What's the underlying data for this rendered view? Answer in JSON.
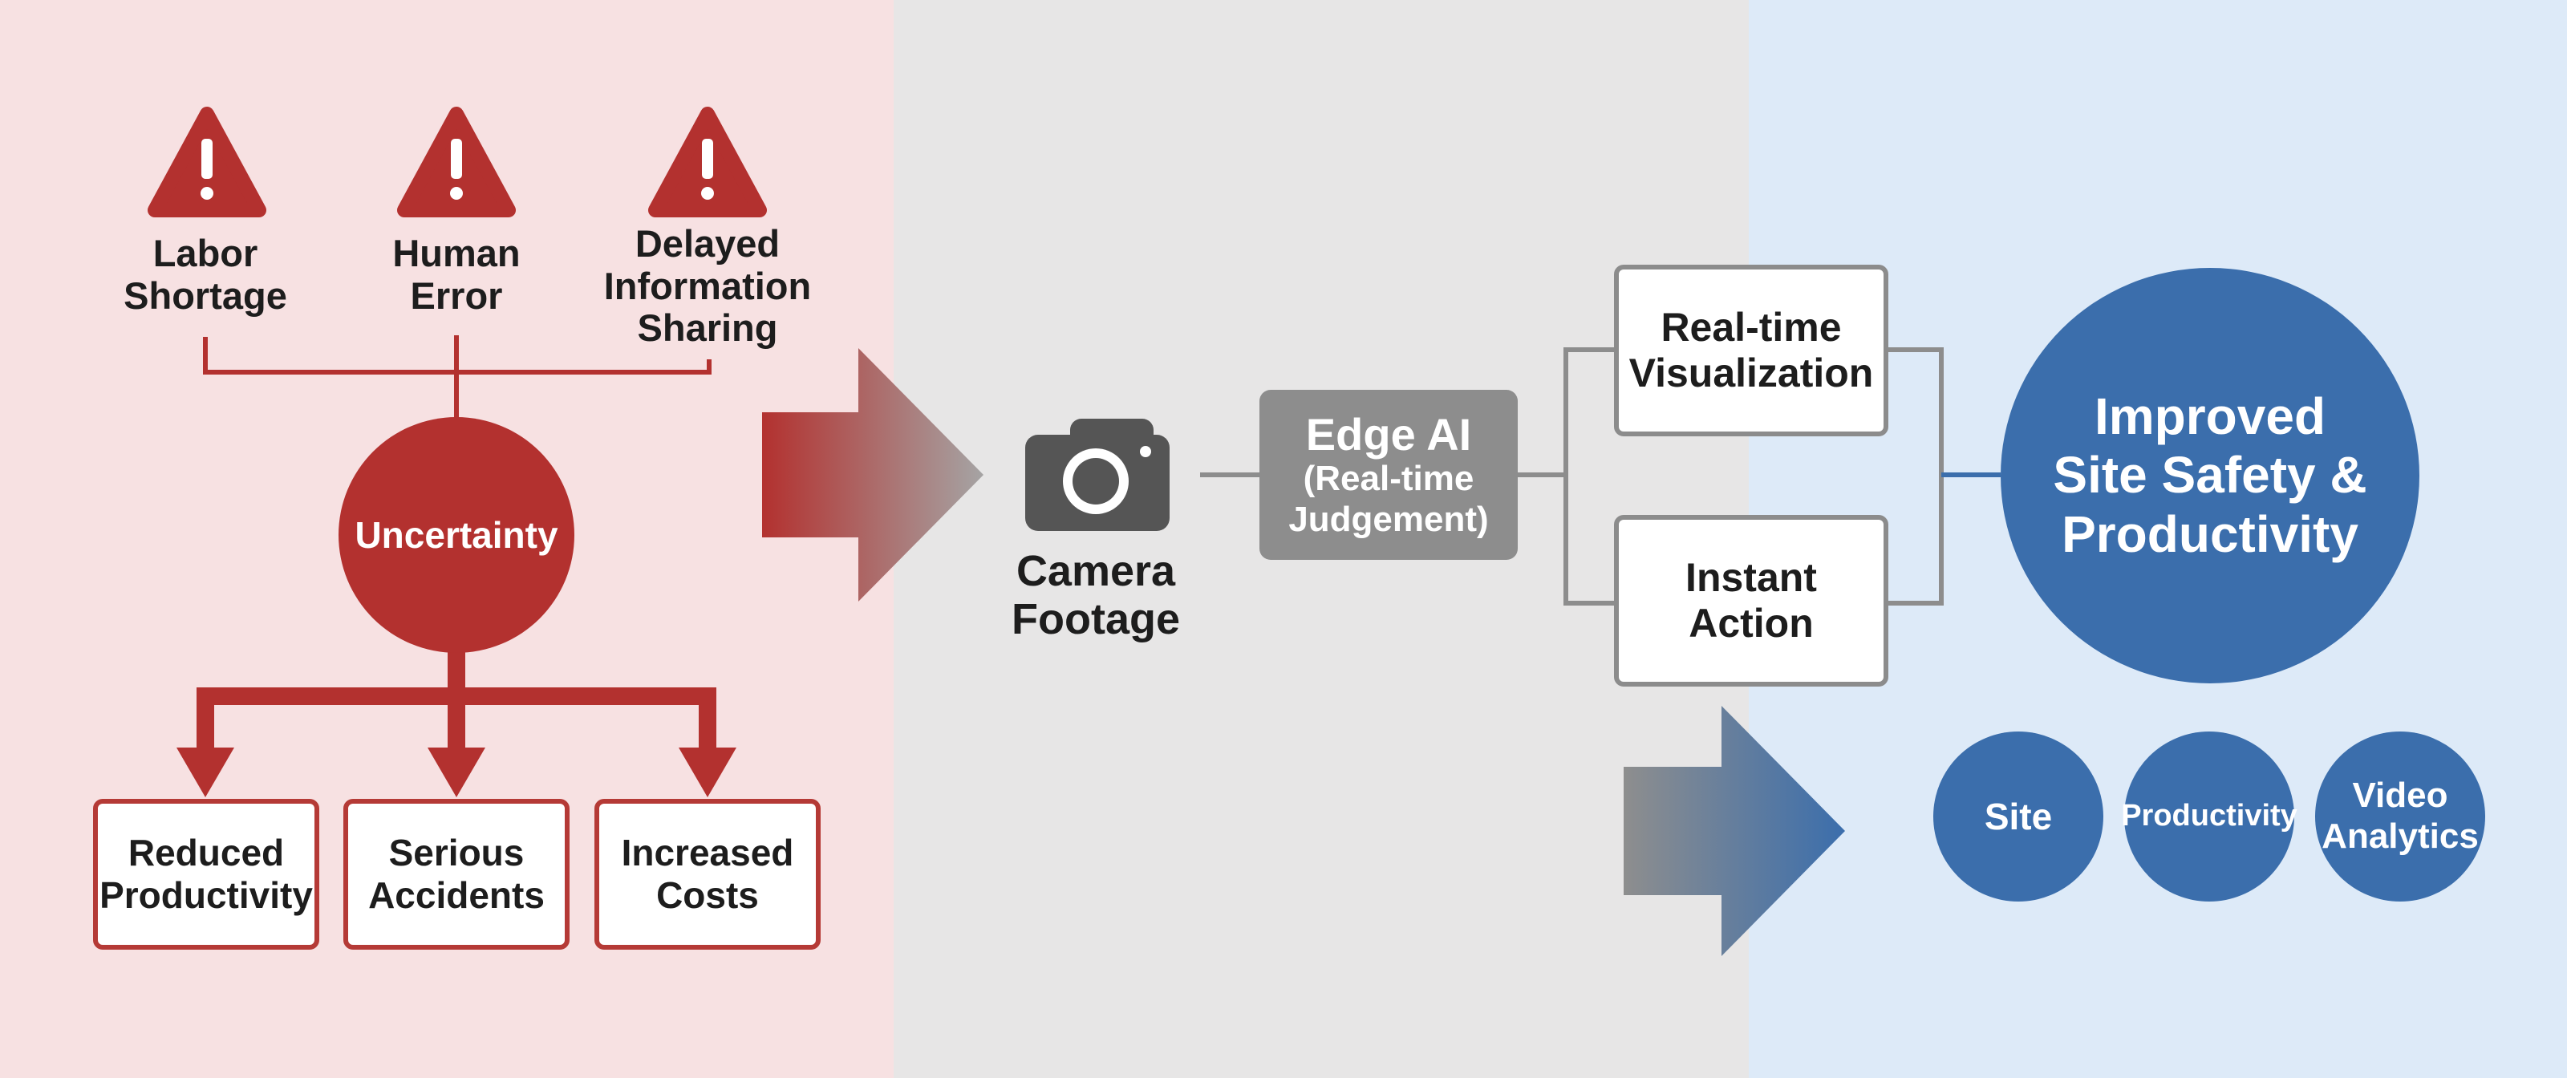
{
  "colors": {
    "problem_bg": "#f7e1e2",
    "process_bg": "#e7e6e6",
    "outcome_bg": "#ddeaf8",
    "problem_red": "#b3312f",
    "process_grey": "#8d8d8d",
    "outcome_blue": "#3b6eac"
  },
  "causes": [
    {
      "label": "Labor\nShortage",
      "icon": "warning-icon"
    },
    {
      "label": "Human\nError",
      "icon": "warning-icon"
    },
    {
      "label": "Delayed\nInformation\nSharing",
      "icon": "warning-icon"
    }
  ],
  "central_issue": "Uncertainty",
  "consequences": [
    "Reduced\nProductivity",
    "Serious\nAccidents",
    "Increased\nCosts"
  ],
  "input": {
    "label": "Camera\nFootage",
    "icon": "camera-icon"
  },
  "processor": {
    "title": "Edge AI",
    "subtitle": "(Real-time\nJudgement)"
  },
  "actions": [
    "Real-time\nVisualization",
    "Instant\nAction"
  ],
  "outcome": "Improved\nSite Safety &\nProductivity",
  "outcome_tags": [
    "Site",
    "Productivity",
    "Video\nAnalytics"
  ]
}
